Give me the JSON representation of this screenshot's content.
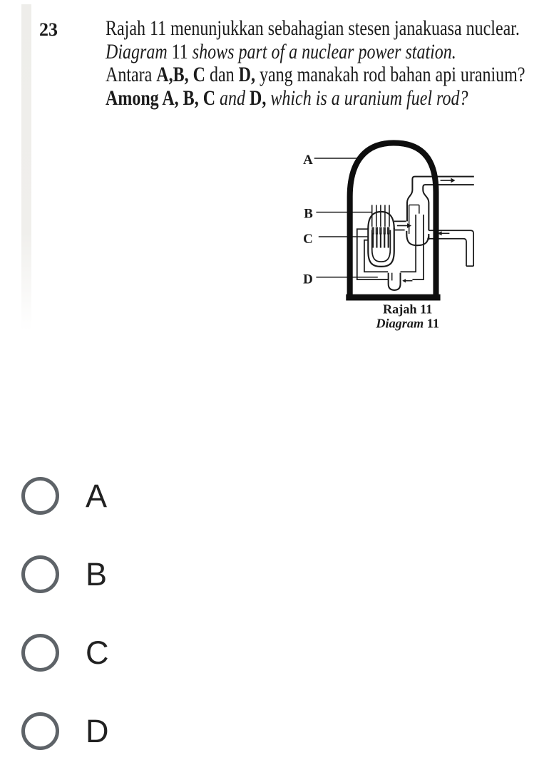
{
  "question": {
    "number": "23",
    "lines": [
      {
        "segments": [
          {
            "t": "Rajah 11 menunjukkan sebahagian stesen janakuasa nuclear.",
            "s": "p"
          }
        ]
      },
      {
        "segments": [
          {
            "t": "Diagram",
            "s": "i"
          },
          {
            "t": " 11 ",
            "s": "p"
          },
          {
            "t": "shows part of a nuclear power station.",
            "s": "i"
          }
        ]
      },
      {
        "segments": [
          {
            "t": "Antara ",
            "s": "p"
          },
          {
            "t": "A,B, C",
            "s": "b"
          },
          {
            "t": " dan ",
            "s": "p"
          },
          {
            "t": "D,",
            "s": "b"
          },
          {
            "t": " yang manakah rod bahan api uranium?",
            "s": "p"
          }
        ]
      },
      {
        "segments": [
          {
            "t": "Among A, B, C ",
            "s": "b"
          },
          {
            "t": "and",
            "s": "i"
          },
          {
            "t": " D,",
            "s": "b"
          },
          {
            "t": " which is a uranium fuel rod?",
            "s": "i"
          }
        ]
      }
    ]
  },
  "diagram": {
    "label_a": "A",
    "label_b": "B",
    "label_c": "C",
    "label_d": "D",
    "caption_line1": "Rajah 11",
    "caption_line2_italic": "Diagram",
    "caption_line2_rest": " 11"
  },
  "options": [
    {
      "label": "A"
    },
    {
      "label": "B"
    },
    {
      "label": "C"
    },
    {
      "label": "D"
    }
  ],
  "colors": {
    "ink": "#1a1a1a",
    "containment": "#0e0e0e",
    "radio_ring": "#5e6368",
    "option_text": "#212121"
  }
}
